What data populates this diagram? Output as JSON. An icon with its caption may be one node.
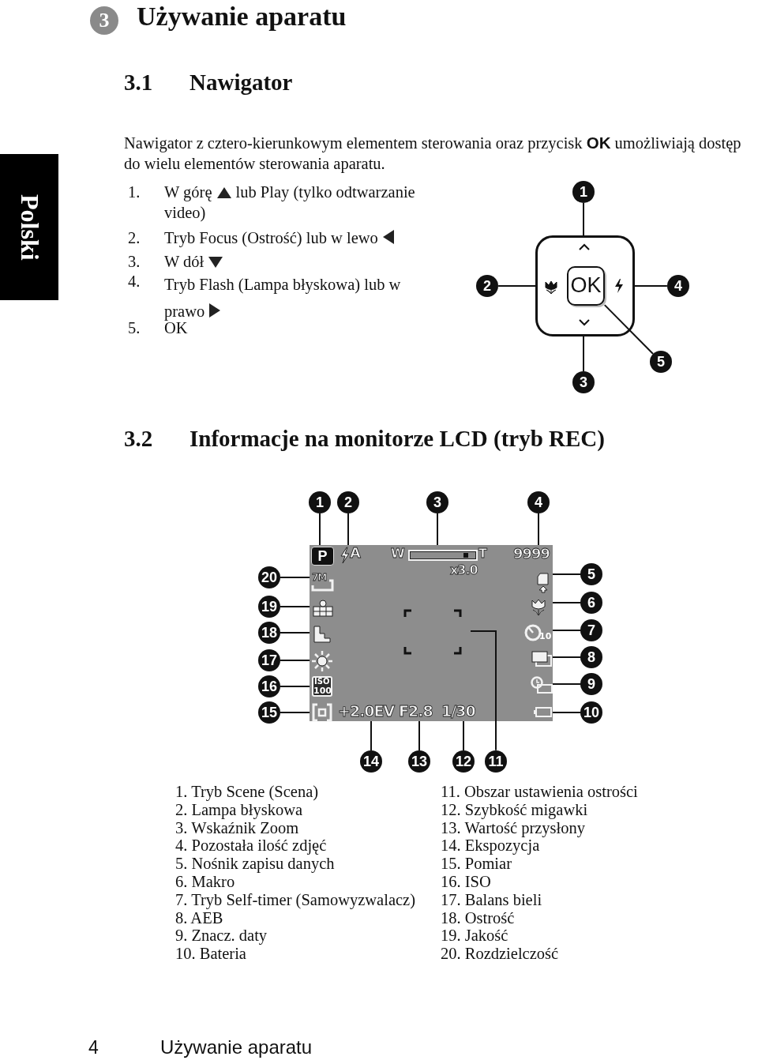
{
  "diagram": {
    "title": "Używanie aparatu",
    "nodes": [
      {
        "text": [],
        "shape": "box"
      },
      {
        "text": [
          "OK"
        ],
        "in": 0
      },
      {
        "text": [
          "1"
        ]
      },
      {
        "text": [
          "2"
        ]
      },
      {
        "text": [
          "3"
        ]
      },
      {
        "text": [
          "4"
        ]
      },
      {
        "text": [
          "5"
        ]
      },
      {
        "text": [
          "1"
        ]
      },
      {
        "text": [
          "2"
        ]
      },
      {
        "text": [
          "3"
        ]
      },
      {
        "text": [
          "4"
        ]
      },
      {
        "text": [
          "5"
        ]
      },
      {
        "text": [
          "6"
        ]
      },
      {
        "text": [
          "7"
        ]
      },
      {
        "text": [
          "8"
        ]
      },
      {
        "text": [
          "9"
        ]
      },
      {
        "text": [
          "10"
        ]
      },
      {
        "text": [
          "11"
        ]
      },
      {
        "text": [
          "12"
        ]
      },
      {
        "text": [
          "13"
        ]
      },
      {
        "text": [
          "14"
        ]
      },
      {
        "text": [
          "15"
        ]
      },
      {
        "text": [
          "16"
        ]
      },
      {
        "text": [
          "17"
        ]
      },
      {
        "text": [
          "18"
        ]
      },
      {
        "text": [
          "19"
        ]
      },
      {
        "text": [
          "20"
        ]
      },
      {
        "text": [],
        "shape": "box"
      }
    ],
    "edges": [
      {
        "from": 2,
        "to": 0,
        "arrow": "none"
      },
      {
        "from": 3,
        "to": 0,
        "arrow": "none"
      },
      {
        "from": 4,
        "to": 0,
        "arrow": "none"
      },
      {
        "from": 5,
        "to": 0,
        "arrow": "none"
      },
      {
        "from": 6,
        "to": 1,
        "arrow": "none"
      },
      {
        "from": 7,
        "to": 27,
        "arrow": "none"
      },
      {
        "from": 8,
        "to": 27,
        "arrow": "none"
      },
      {
        "from": 9,
        "to": 27,
        "arrow": "none"
      },
      {
        "from": 10,
        "to": 27,
        "arrow": "none"
      },
      {
        "from": 11,
        "to": 27,
        "arrow": "none"
      },
      {
        "from": 12,
        "to": 27,
        "arrow": "none"
      },
      {
        "from": 13,
        "to": 27,
        "arrow": "none"
      },
      {
        "from": 14,
        "to": 27,
        "arrow": "none"
      },
      {
        "from": 15,
        "to": 27,
        "arrow": "none"
      },
      {
        "from": 16,
        "to": 27,
        "arrow": "none"
      },
      {
        "from": 17,
        "to": 27,
        "arrow": "none"
      },
      {
        "from": 18,
        "to": 27,
        "arrow": "none"
      },
      {
        "from": 19,
        "to": 27,
        "arrow": "none"
      },
      {
        "from": 20,
        "to": 27,
        "arrow": "none"
      },
      {
        "from": 21,
        "to": 27,
        "arrow": "none"
      },
      {
        "from": 22,
        "to": 27,
        "arrow": "none"
      },
      {
        "from": 23,
        "to": 27,
        "arrow": "none"
      },
      {
        "from": 24,
        "to": 27,
        "arrow": "none"
      },
      {
        "from": 25,
        "to": 27,
        "arrow": "none"
      },
      {
        "from": 26,
        "to": 27,
        "arrow": "none"
      }
    ],
    "labels": [
      "Polski",
      "3",
      "3.1",
      "Nawigator",
      "Nawigator z cztero-kierunkowym elementem sterowania oraz przycisk **OK** umożliwiają dostęp do wielu elementów sterowania aparatu.",
      "1.",
      "W górę",
      "lub Play (tylko odtwarzanie video)",
      "2.",
      "Tryb Focus (Ostrość) lub w lewo",
      "3.",
      "W dół",
      "4.",
      "Tryb Flash (Lampa błyskowa) lub w prawo",
      "5.",
      "OK",
      "3.2",
      "Informacje na monitorze LCD (tryb REC)",
      "P",
      "A",
      "W",
      "T",
      "9999",
      "x3.0",
      "7M",
      "10",
      "ISO",
      "100",
      "+2.0EV",
      "F2.8",
      "1/30",
      "1. Tryb Scene (Scena)",
      "11. Obszar ustawienia ostrości",
      "2. Lampa błyskowa",
      "12. Szybkość migawki",
      "3. Wskaźnik Zoom",
      "13. Wartość przysłony",
      "4. Pozostała ilość zdjęć",
      "14. Ekspozycja",
      "5. Nośnik zapisu danych",
      "15. Pomiar",
      "6. Makro",
      "16. ISO",
      "7. Tryb Self-timer (Samowyzwalacz)",
      "17. Balans bieli",
      "8. AEB",
      "18. Ostrość",
      "9. Znacz. daty",
      "19. Jakość",
      "10. Bateria",
      "20. Rozdzielczość",
      "4",
      "Używanie aparatu"
    ]
  }
}
